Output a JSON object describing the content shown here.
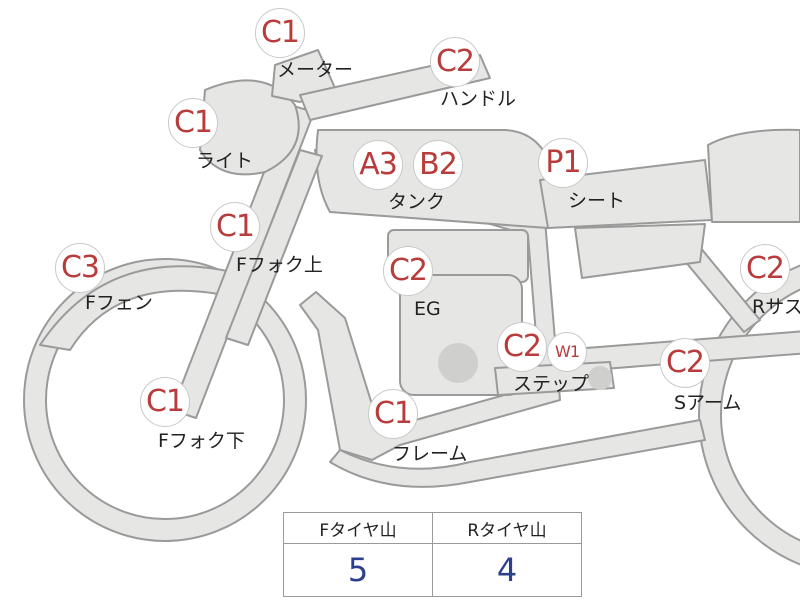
{
  "parts": [
    {
      "id": "meter",
      "label": "メーター",
      "codes": [
        "C1"
      ]
    },
    {
      "id": "handle",
      "label": "ハンドル",
      "codes": [
        "C2"
      ]
    },
    {
      "id": "light",
      "label": "ライト",
      "codes": [
        "C1"
      ]
    },
    {
      "id": "tank",
      "label": "タンク",
      "codes": [
        "A3",
        "B2"
      ]
    },
    {
      "id": "seat",
      "label": "シート",
      "codes": [
        "P1"
      ]
    },
    {
      "id": "front-fork-upper",
      "label": "Fフォク上",
      "codes": [
        "C1"
      ]
    },
    {
      "id": "front-fender",
      "label": "Fフェン",
      "codes": [
        "C3"
      ]
    },
    {
      "id": "engine",
      "label": "EG",
      "codes": [
        "C2"
      ]
    },
    {
      "id": "rear-suspension",
      "label": "Rサス",
      "codes": [
        "C2"
      ]
    },
    {
      "id": "step",
      "label": "ステップ",
      "codes": [
        "C2",
        "W1"
      ]
    },
    {
      "id": "swing-arm",
      "label": "Sアーム",
      "codes": [
        "C2"
      ]
    },
    {
      "id": "front-fork-lower",
      "label": "Fフォク下",
      "codes": [
        "C1"
      ]
    },
    {
      "id": "frame",
      "label": "フレーム",
      "codes": [
        "C1"
      ]
    }
  ],
  "tires": {
    "front_label": "Fタイヤ山",
    "rear_label": "Rタイヤ山",
    "front_value": "5",
    "rear_value": "4"
  }
}
